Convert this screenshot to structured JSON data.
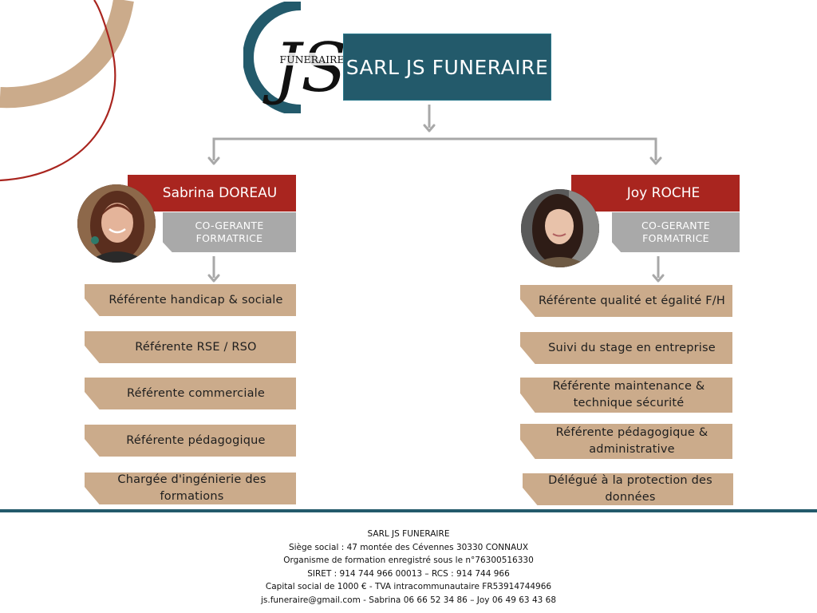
{
  "company": {
    "logo_letters": "JS",
    "logo_caption": "FUNERAIRE",
    "name": "SARL JS FUNERAIRE"
  },
  "people": [
    {
      "name": "Sabrina DOREAU",
      "role_line1": "CO-GERANTE",
      "role_line2": "FORMATRICE",
      "responsibilities": [
        "Référente handicap & sociale",
        "Référente RSE / RSO",
        "Référente commerciale",
        "Référente pédagogique",
        "Chargée d'ingénierie des formations"
      ]
    },
    {
      "name": "Joy ROCHE",
      "role_line1": "CO-GERANTE",
      "role_line2": "FORMATRICE",
      "responsibilities": [
        "Référente qualité et égalité F/H",
        "Suivi du stage en entreprise",
        "Référente maintenance & technique sécurité",
        "Référente pédagogique & administrative",
        "Délégué à la protection des données"
      ]
    }
  ],
  "footer": {
    "line1": "SARL JS FUNERAIRE",
    "line2": "Siège social : 47 montée des Cévennes 30330 CONNAUX",
    "line3": "Organisme de formation enregistré sous le n°76300516330",
    "line4": "SIRET : 914 744 966 00013 – RCS : 914 744 966",
    "line5": "Capital social de 1000 € - TVA intracommunautaire FR53914744966",
    "line6": "js.funeraire@gmail.com - Sabrina 06 66 52 34 86 – Joy 06 49 63 43 68"
  },
  "colors": {
    "teal": "#235a6b",
    "red": "#a9251f",
    "tan": "#cbab8b",
    "gray": "#a9a9a9",
    "connector": "#a8a8a8"
  }
}
